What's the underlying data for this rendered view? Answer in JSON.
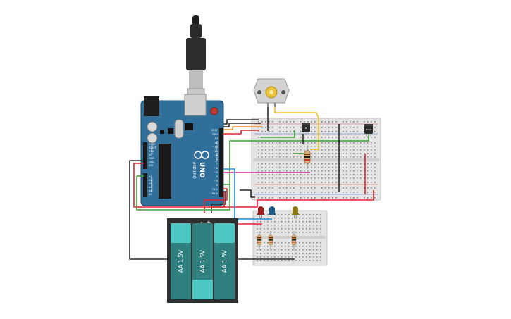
{
  "arduino": {
    "brand": "ARDUINO",
    "model": "UNO",
    "label_digital": "DIGITAL (PWM~)",
    "label_analog": "ANALOG IN",
    "label_power": "POWER",
    "pin_labels_analog": [
      "A0",
      "A1",
      "A2",
      "A3",
      "A4",
      "A5"
    ],
    "pin_labels_power": [
      "IOREF",
      "RESET",
      "3.3V",
      "5V",
      "GND",
      "GND",
      "VIN"
    ],
    "pin_labels_digital": [
      "AREF",
      "GND",
      "13",
      "12",
      "~11",
      "~10",
      "~9",
      "8",
      "7",
      "~6",
      "~5",
      "4",
      "~3",
      "2",
      "TX 1",
      "RX 0"
    ],
    "color": "#2f6f9a"
  },
  "battery_pack": {
    "cells": [
      {
        "label": "AA 1.5V"
      },
      {
        "label": "AA 1.5V"
      },
      {
        "label": "AA 1.5V"
      }
    ],
    "plus_sign": "+",
    "minus_sign": "-"
  },
  "transistors": [
    {
      "label": "N"
    },
    {
      "label": "Small"
    }
  ],
  "leds": [
    {
      "color_name": "red",
      "color": "#9b1b1b"
    },
    {
      "color_name": "blue",
      "color": "#1e5a8a"
    },
    {
      "color_name": "yellow",
      "color": "#8c7a10"
    }
  ],
  "wire_colors": {
    "red": "#e0242a",
    "black": "#2b2b2b",
    "green": "#3aa332",
    "yellow": "#f1c21b",
    "orange": "#f08a24",
    "magenta": "#c2268f",
    "blue": "#1f8fd6"
  }
}
